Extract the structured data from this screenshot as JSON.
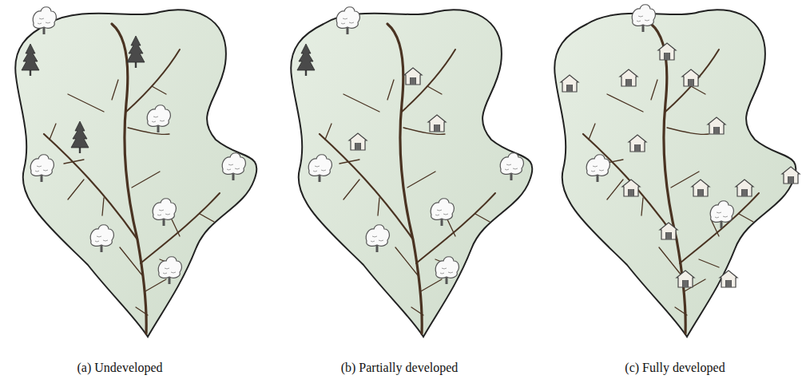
{
  "diagram": {
    "labels": [
      "(a) Undeveloped",
      "(b) Partially developed",
      "(c) Fully developed"
    ]
  }
}
